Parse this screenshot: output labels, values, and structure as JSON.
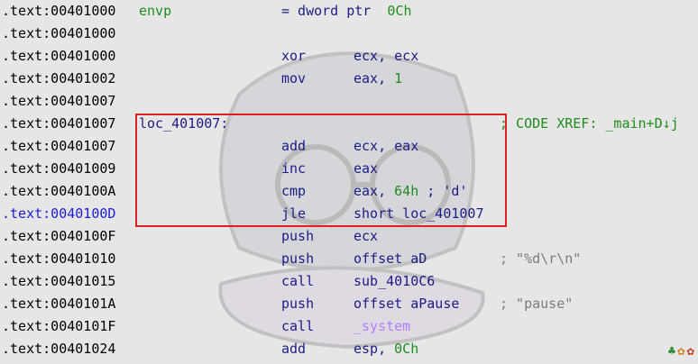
{
  "lines": [
    {
      "addr": ".text:00401000",
      "label": "envp",
      "mnemonic": "",
      "ops": "= dword ptr  0Ch",
      "comment": ""
    },
    {
      "addr": ".text:00401000",
      "label": "",
      "mnemonic": "",
      "ops": "",
      "comment": ""
    },
    {
      "addr": ".text:00401000",
      "label": "",
      "mnemonic": "xor",
      "ops": "ecx, ecx",
      "comment": ""
    },
    {
      "addr": ".text:00401002",
      "label": "",
      "mnemonic": "mov",
      "ops": "eax, 1",
      "comment": ""
    },
    {
      "addr": ".text:00401007",
      "label": "",
      "mnemonic": "",
      "ops": "",
      "comment": ""
    },
    {
      "addr": ".text:00401007",
      "label": "loc_401007:",
      "mnemonic": "",
      "ops": "",
      "comment": "; CODE XREF: _main+D↓j"
    },
    {
      "addr": ".text:00401007",
      "label": "",
      "mnemonic": "add",
      "ops": "ecx, eax",
      "comment": ""
    },
    {
      "addr": ".text:00401009",
      "label": "",
      "mnemonic": "inc",
      "ops": "eax",
      "comment": ""
    },
    {
      "addr": ".text:0040100A",
      "label": "",
      "mnemonic": "cmp",
      "ops": "eax, 64h ; 'd'",
      "comment": ""
    },
    {
      "addr": ".text:0040100D",
      "label": "",
      "mnemonic": "jle",
      "ops": "short loc_401007",
      "comment": ""
    },
    {
      "addr": ".text:0040100F",
      "label": "",
      "mnemonic": "push",
      "ops": "ecx",
      "comment": ""
    },
    {
      "addr": ".text:00401010",
      "label": "",
      "mnemonic": "push",
      "ops": "offset aD",
      "comment": "; \"%d\\r\\n\""
    },
    {
      "addr": ".text:00401015",
      "label": "",
      "mnemonic": "call",
      "ops": "sub_4010C6",
      "comment": ""
    },
    {
      "addr": ".text:0040101A",
      "label": "",
      "mnemonic": "push",
      "ops": "offset aPause",
      "comment": "; \"pause\""
    },
    {
      "addr": ".text:0040101F",
      "label": "",
      "mnemonic": "call",
      "ops": "_system",
      "comment": ""
    },
    {
      "addr": ".text:00401024",
      "label": "",
      "mnemonic": "add",
      "ops": "esp, 0Ch",
      "comment": ""
    }
  ],
  "colors": {
    "text": "#1c1c88",
    "number": "#1e8c1e",
    "highlight_border": "#e02020",
    "current_addr": "#1c1cd6"
  },
  "icons": [
    "mascot-corner-icon"
  ]
}
